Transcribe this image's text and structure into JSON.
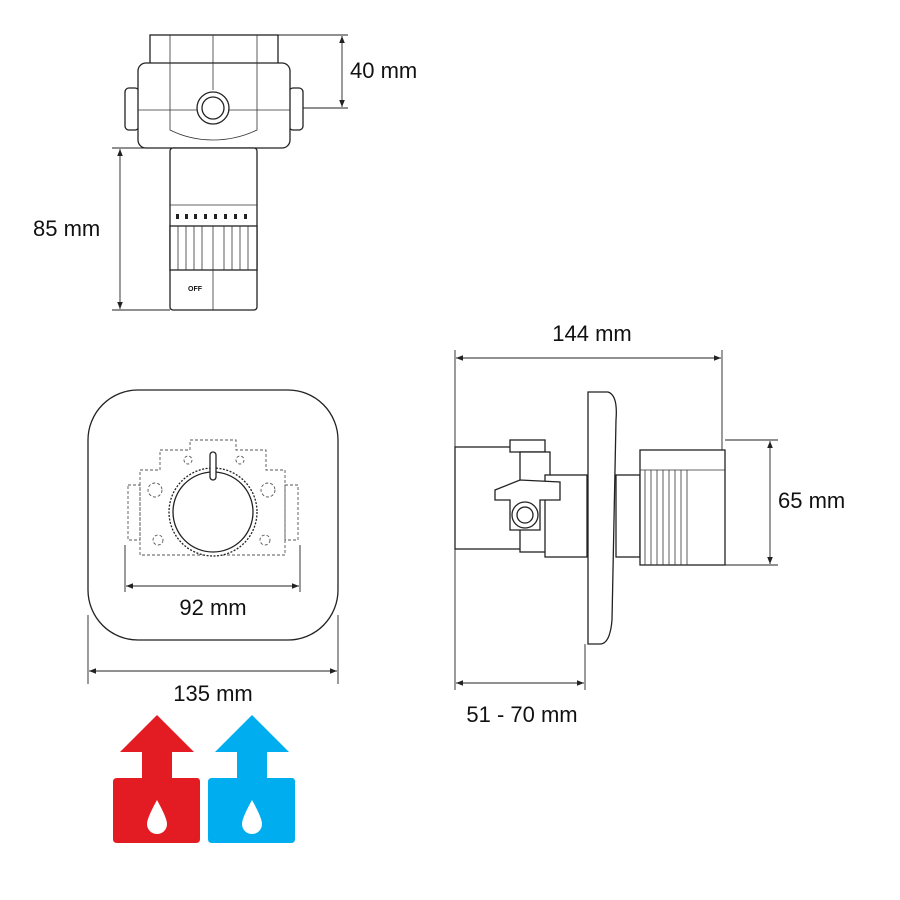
{
  "dimensions": {
    "top_depth": "40 mm",
    "top_stem": "85 mm",
    "front_body_width": "92 mm",
    "front_plate_width": "135 mm",
    "side_total_depth": "144 mm",
    "side_knob_height": "65 mm",
    "side_wall_depth": "51 - 70 mm"
  },
  "knob": {
    "off_label": "OFF"
  },
  "icons": {
    "hot": {
      "name": "hot-water-icon",
      "color": "#e31b23"
    },
    "cold": {
      "name": "cold-water-icon",
      "color": "#00aeef"
    }
  }
}
